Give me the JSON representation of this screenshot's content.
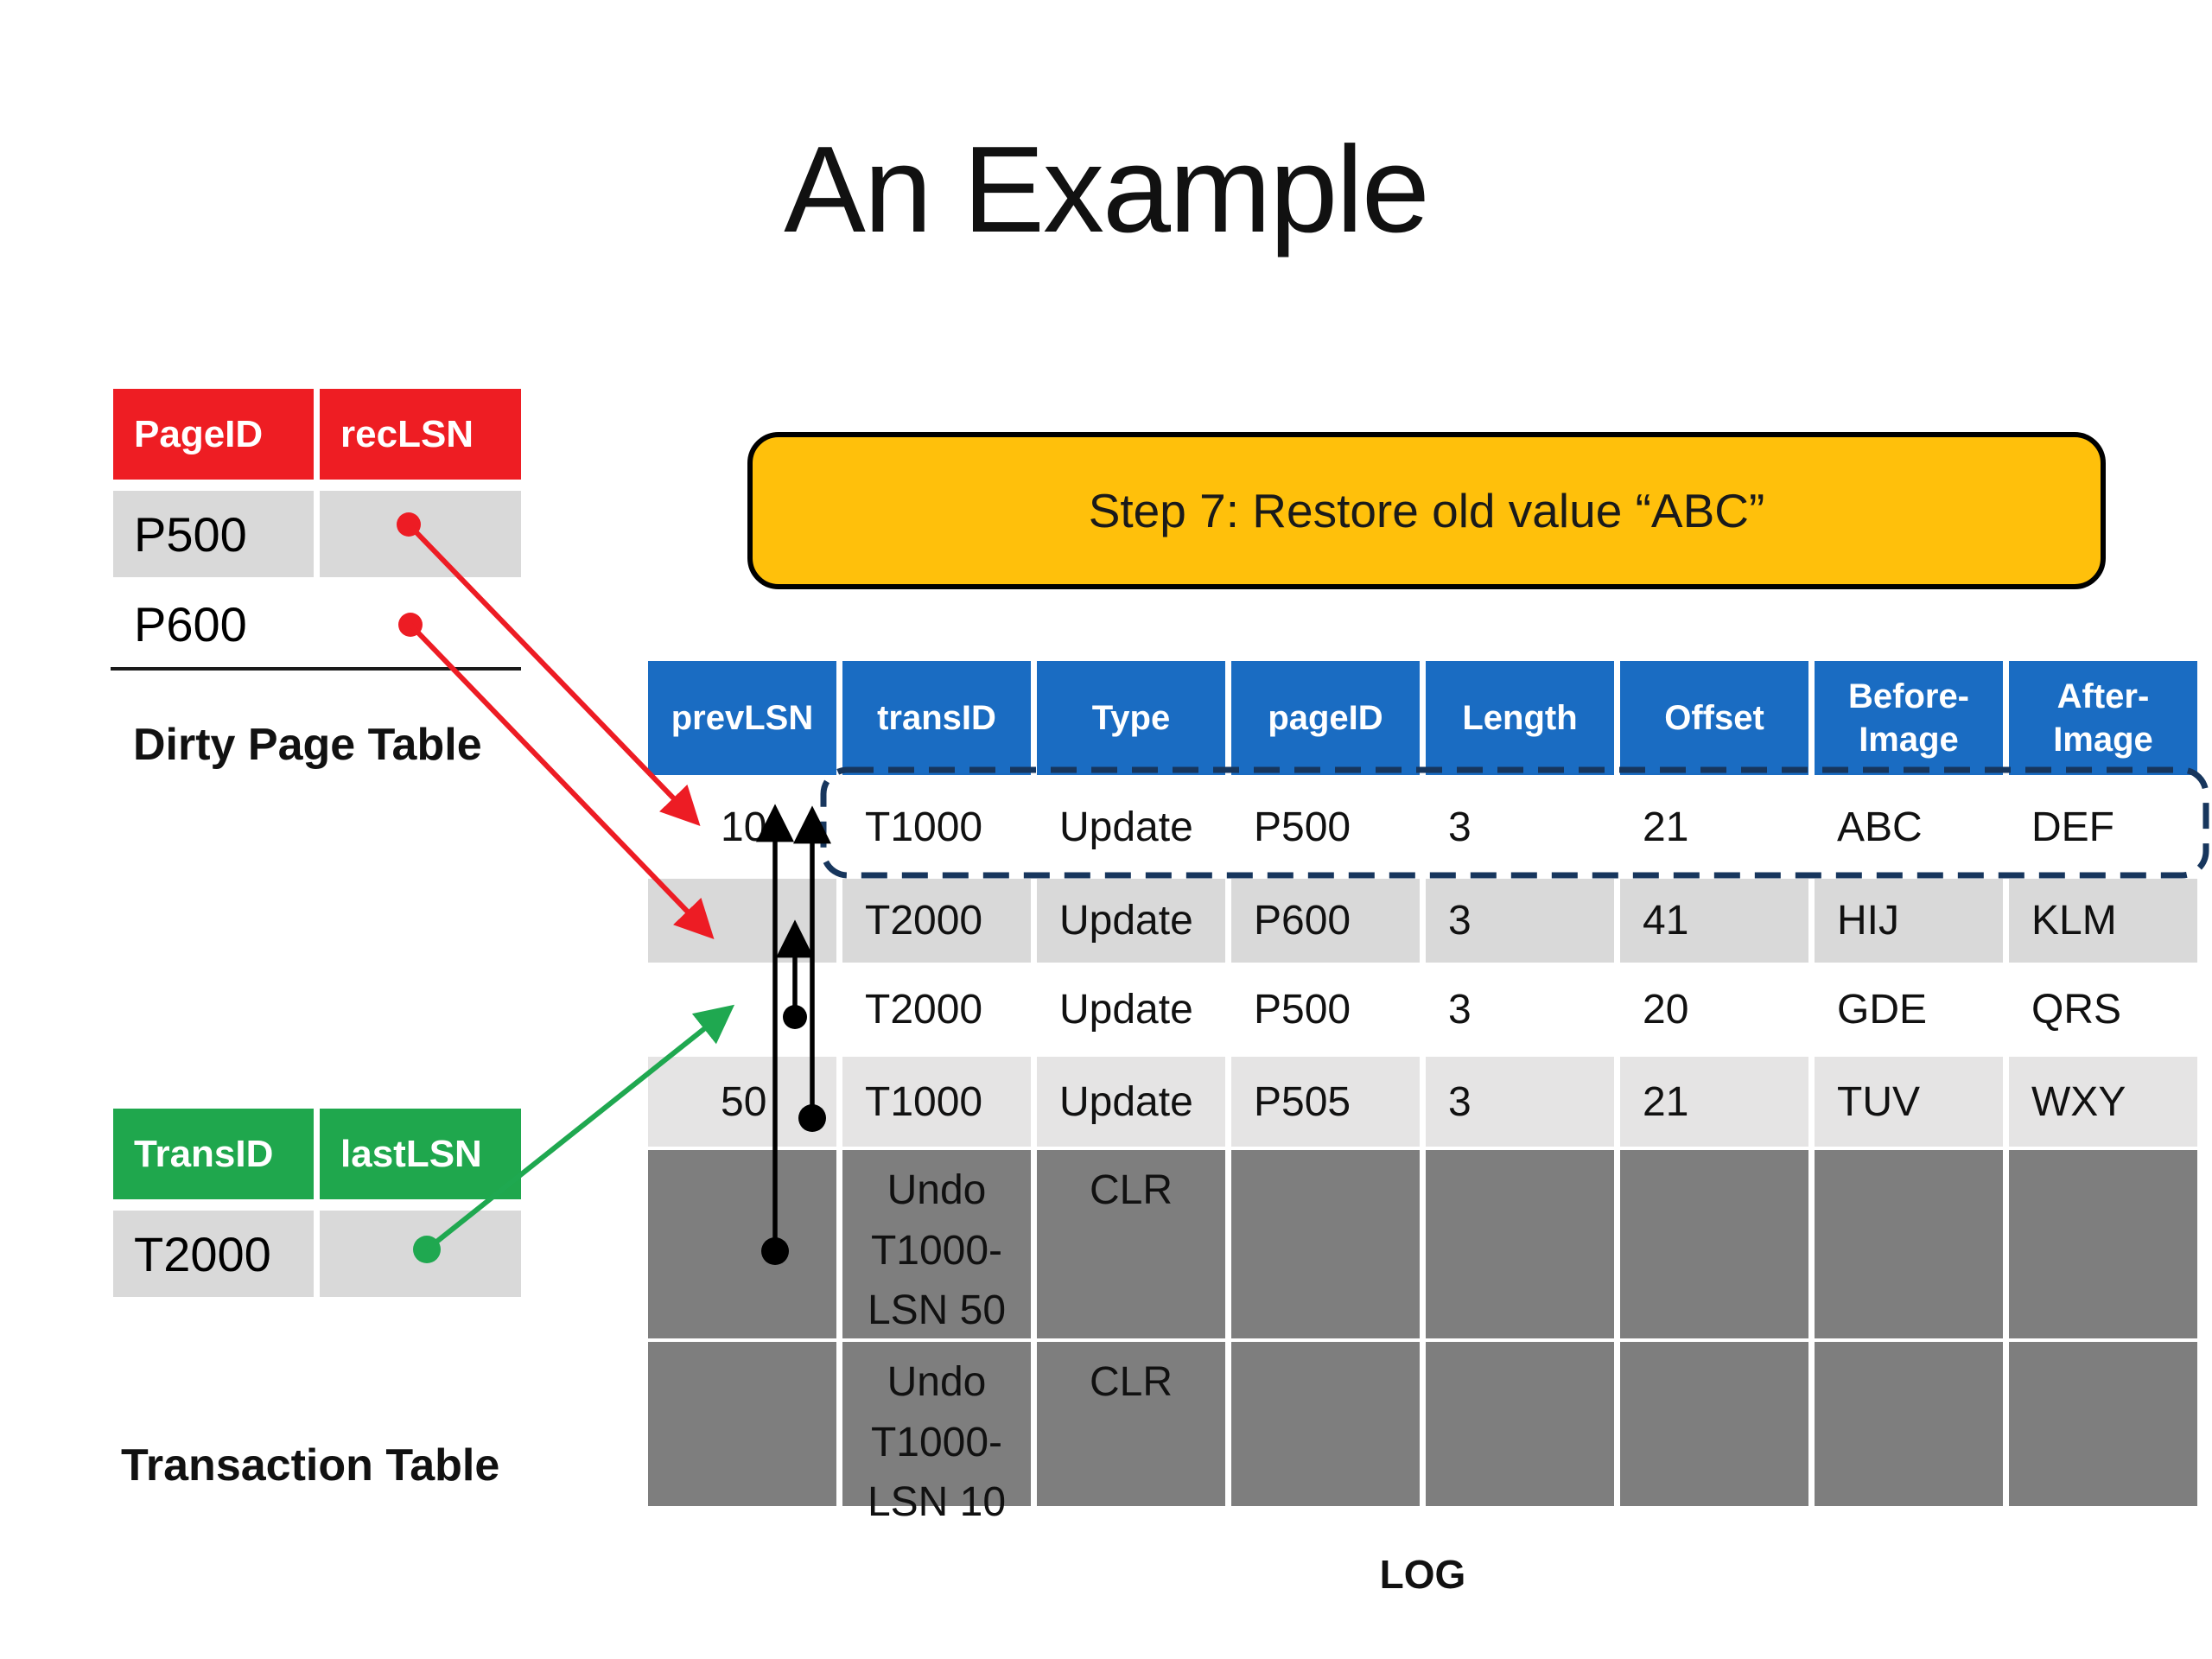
{
  "colors": {
    "log-header": "#1A6CC2",
    "dpt-header": "#EE1D23",
    "tt-header": "#1FA74D",
    "row-gray": "#D9D9D9",
    "row-gray-light": "#E5E4E4",
    "row-dark": "#7E7E7E",
    "callout-bg": "#FFC00B",
    "arrow-red": "#ED1C24",
    "arrow-green": "#1FA850",
    "arrow-black": "#000000",
    "dashed-outline": "#17365D"
  },
  "title": "An Example",
  "callout": {
    "text": "Step 7: Restore old value “ABC”"
  },
  "dirty_page_table": {
    "caption": "Dirty Page Table",
    "headers": [
      "PageID",
      "recLSN"
    ],
    "rows": [
      {
        "page": "P500",
        "recLSN": ""
      },
      {
        "page": "P600",
        "recLSN": ""
      }
    ]
  },
  "transaction_table": {
    "caption": "Transaction Table",
    "headers": [
      "TransID",
      "lastLSN"
    ],
    "rows": [
      {
        "trans": "T2000",
        "lastLSN": ""
      }
    ]
  },
  "log": {
    "caption": "LOG",
    "headers": [
      "prevLSN",
      "transID",
      "Type",
      "pageID",
      "Length",
      "Offset",
      "Before-Image",
      "After-Image"
    ],
    "rows": [
      [
        "10",
        "T1000",
        "Update",
        "P500",
        "3",
        "21",
        "ABC",
        "DEF"
      ],
      [
        "",
        "T2000",
        "Update",
        "P600",
        "3",
        "41",
        "HIJ",
        "KLM"
      ],
      [
        "",
        "T2000",
        "Update",
        "P500",
        "3",
        "20",
        "GDE",
        "QRS"
      ],
      [
        "50",
        "T1000",
        "Update",
        "P505",
        "3",
        "21",
        "TUV",
        "WXY"
      ],
      [
        "",
        "Undo T1000- LSN 50",
        "CLR",
        "",
        "",
        "",
        "",
        ""
      ],
      [
        "",
        "Undo T1000- LSN 10",
        "CLR",
        "",
        "",
        "",
        "",
        ""
      ]
    ]
  }
}
